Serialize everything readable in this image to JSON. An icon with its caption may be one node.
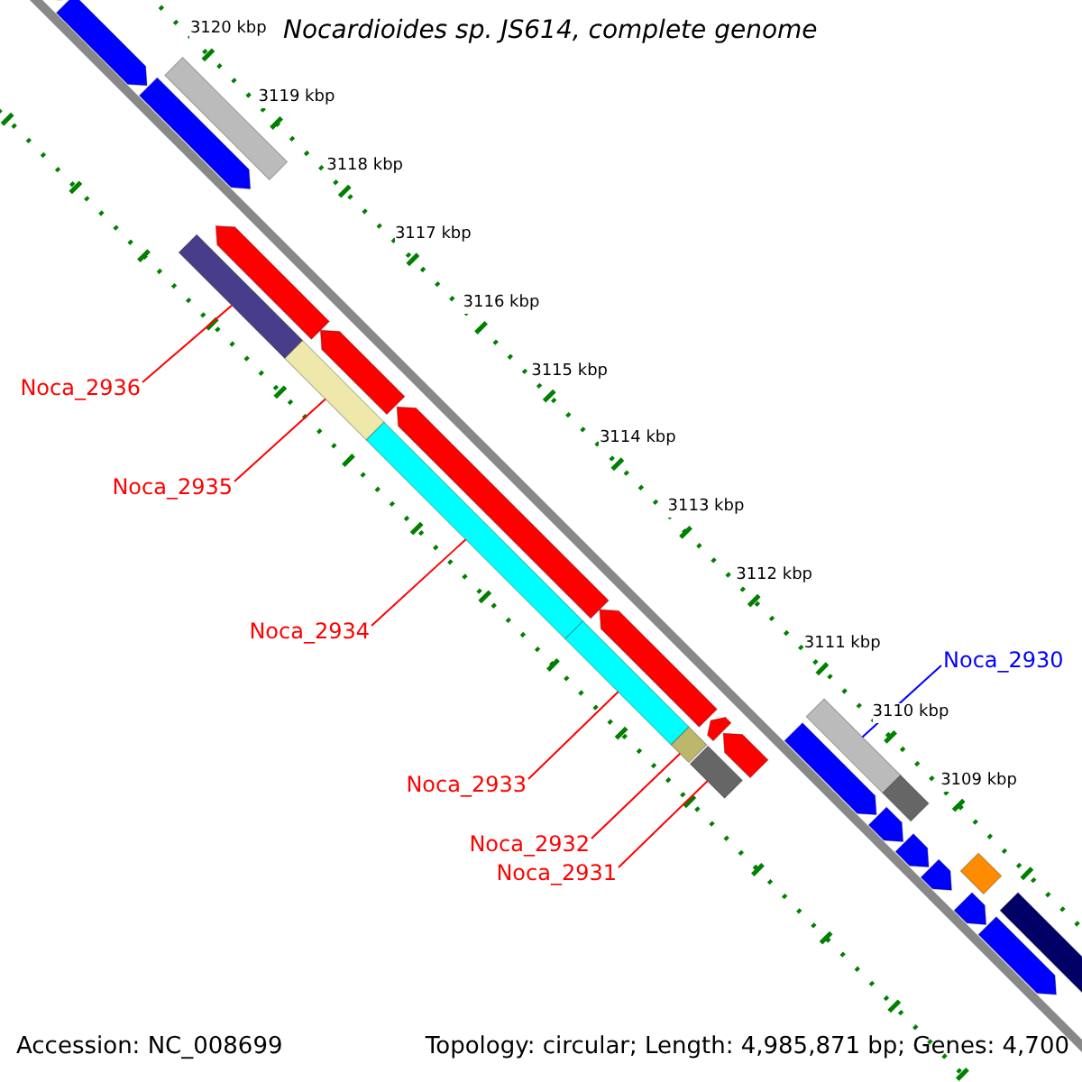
{
  "diagram": {
    "title": "Nocardioides sp. JS614, complete genome",
    "nodes": [
      {
        "text": [
          "Noca_2936"
        ]
      },
      {
        "text": [
          "Noca_2935"
        ]
      },
      {
        "text": [
          "Noca_2934"
        ]
      },
      {
        "text": [
          "Noca_2930"
        ]
      },
      {
        "text": [
          "Noca_2933"
        ]
      },
      {
        "text": [
          "Noca_2932"
        ]
      },
      {
        "text": [
          "Noca_2931"
        ]
      },
      {
        "text": [],
        "shape": "arrow"
      },
      {
        "text": [],
        "shape": "arrow"
      },
      {
        "text": [],
        "shape": "arrow"
      },
      {
        "text": [],
        "shape": "bar"
      },
      {
        "text": [],
        "shape": "bar"
      },
      {
        "text": [],
        "shape": "arrow"
      },
      {
        "text": [],
        "shape": "bar"
      },
      {
        "text": [],
        "shape": "arrow"
      },
      {
        "text": [],
        "shape": "arrow"
      },
      {
        "text": [],
        "shape": "bar"
      },
      {
        "text": [],
        "shape": "bar"
      },
      {
        "text": [],
        "shape": "arrow"
      },
      {
        "text": [],
        "shape": "bar"
      },
      {
        "text": [],
        "shape": "arrow"
      },
      {
        "text": [],
        "shape": "box"
      },
      {
        "text": [],
        "shape": "arrow"
      },
      {
        "text": [],
        "shape": "bar"
      },
      {
        "text": [],
        "shape": "arrow"
      },
      {
        "text": [],
        "shape": "bar"
      },
      {
        "text": [],
        "shape": "arrow"
      },
      {
        "text": [],
        "shape": "arrow"
      },
      {
        "text": [],
        "shape": "arrow"
      },
      {
        "text": [],
        "shape": "diamond"
      },
      {
        "text": [],
        "shape": "arrow"
      },
      {
        "text": [],
        "shape": "bar"
      },
      {
        "text": [],
        "shape": "arrow"
      }
    ],
    "edges": [
      {
        "from": 0,
        "to": 11,
        "arrow": "none"
      },
      {
        "from": 1,
        "to": 13,
        "arrow": "none"
      },
      {
        "from": 2,
        "to": 16,
        "arrow": "none"
      },
      {
        "from": 3,
        "to": 23,
        "arrow": "none",
        "color": "#0000ff"
      },
      {
        "from": 4,
        "to": 17,
        "arrow": "none"
      },
      {
        "from": 5,
        "to": 19,
        "arrow": "none"
      },
      {
        "from": 6,
        "to": 21,
        "arrow": "none"
      }
    ],
    "labels": [
      "3120 kbp",
      "3119 kbp",
      "3118 kbp",
      "3117 kbp",
      "3116 kbp",
      "3115 kbp",
      "3114 kbp",
      "3113 kbp",
      "3112 kbp",
      "3111 kbp",
      "3110 kbp",
      "3109 kbp",
      "Accession: NC_008699",
      "Topology: circular; Length: 4,985,871 bp; Genes: 4,700"
    ]
  }
}
